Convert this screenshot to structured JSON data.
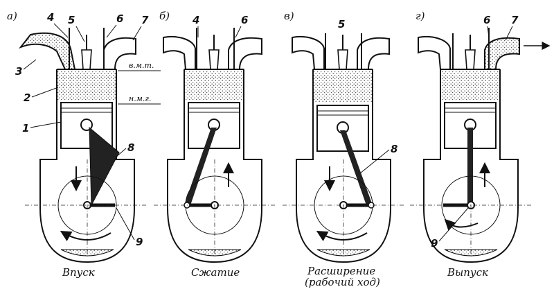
{
  "panels": [
    {
      "letter": "а)",
      "caption": "Впуск",
      "caption2": ""
    },
    {
      "letter": "б)",
      "caption": "Сжатие",
      "caption2": ""
    },
    {
      "letter": "в)",
      "caption": "Расширение",
      "caption2": "(рабочий ход)"
    },
    {
      "letter": "г)",
      "caption": "Выпуск",
      "caption2": ""
    }
  ],
  "dead_center_labels": {
    "tdc": "в.м.т.",
    "bdc": "н.м.г."
  },
  "part_numbers": {
    "a": [
      "1",
      "2",
      "3",
      "4",
      "5",
      "6",
      "7",
      "8",
      "9"
    ],
    "b": [
      "4",
      "6"
    ],
    "c": [
      "5",
      "8"
    ],
    "d": [
      "6",
      "7",
      "9"
    ]
  },
  "piston_motion": [
    "down",
    "up",
    "down",
    "up"
  ],
  "colors": {
    "ink": "#111111",
    "paper": "#ffffff",
    "gas_dots": "#333333",
    "oil": "#555555"
  }
}
